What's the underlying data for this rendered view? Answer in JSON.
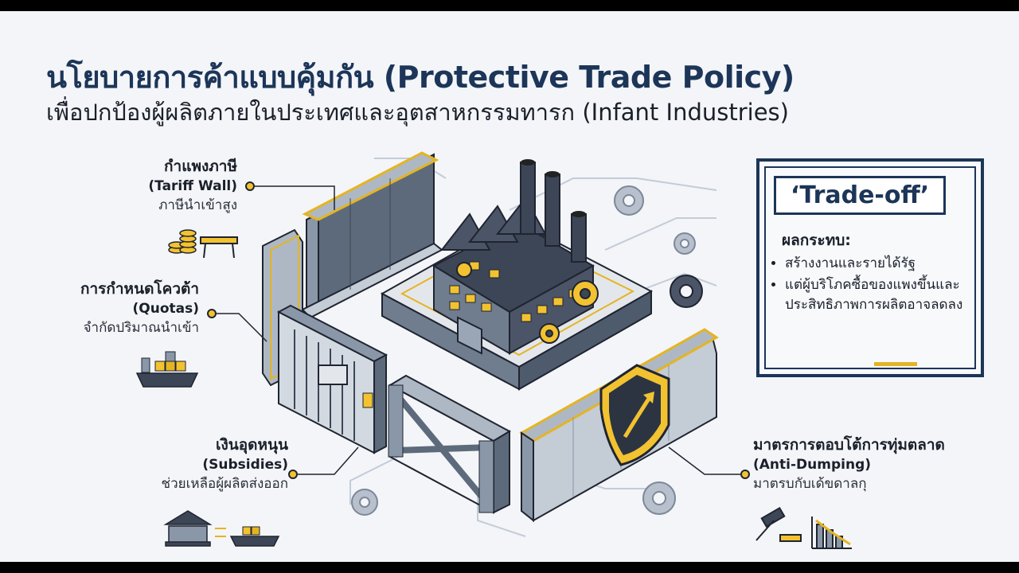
{
  "title": "นโยบายการค้าแบบคุ้มกัน (Protective Trade Policy)",
  "subtitle": "เพื่อปกป้องผู้ผลิตภายในประเทศและอุตสาหกรรมทารก (Infant Industries)",
  "labels": {
    "tariff": {
      "th": "กำแพงภาษี",
      "en": "(Tariff Wall)",
      "desc": "ภาษีนำเข้าสูง"
    },
    "quota": {
      "th": "การกำหนดโควต้า",
      "en": "(Quotas)",
      "desc": "จำกัดปริมาณนำเข้า"
    },
    "subsidy": {
      "th": "เงินอุดหนุน",
      "en": "(Subsidies)",
      "desc": "ช่วยเหลือผู้ผลิตส่งออก"
    },
    "antidumping": {
      "th": "มาตรการตอบโต้การทุ่มตลาด",
      "en": "(Anti-Dumping)",
      "desc": "มาตรบกับเด้ขดาลกุ"
    }
  },
  "tradeoff": {
    "heading": "‘Trade-off’",
    "effect_label": "ผลกระทบ:",
    "items": [
      "สร้างงานและรายได้รัฐ",
      "แต่ผู้บริโภคซื้อของแพงขึ้นและประสิทธิภาพการผลิตอาจลดลง"
    ]
  },
  "colors": {
    "navy": "#1c3558",
    "gold": "#e5b422",
    "steel": "#8a97a8",
    "background": "#f3f5f8"
  },
  "icons": [
    "coin-stack-icon",
    "barrier-icon",
    "cargo-ship-icon",
    "government-building-icon",
    "gavel-icon",
    "declining-chart-icon",
    "shield-arrow-icon",
    "gear-icon",
    "factory-icon",
    "down-arrow-icon"
  ]
}
